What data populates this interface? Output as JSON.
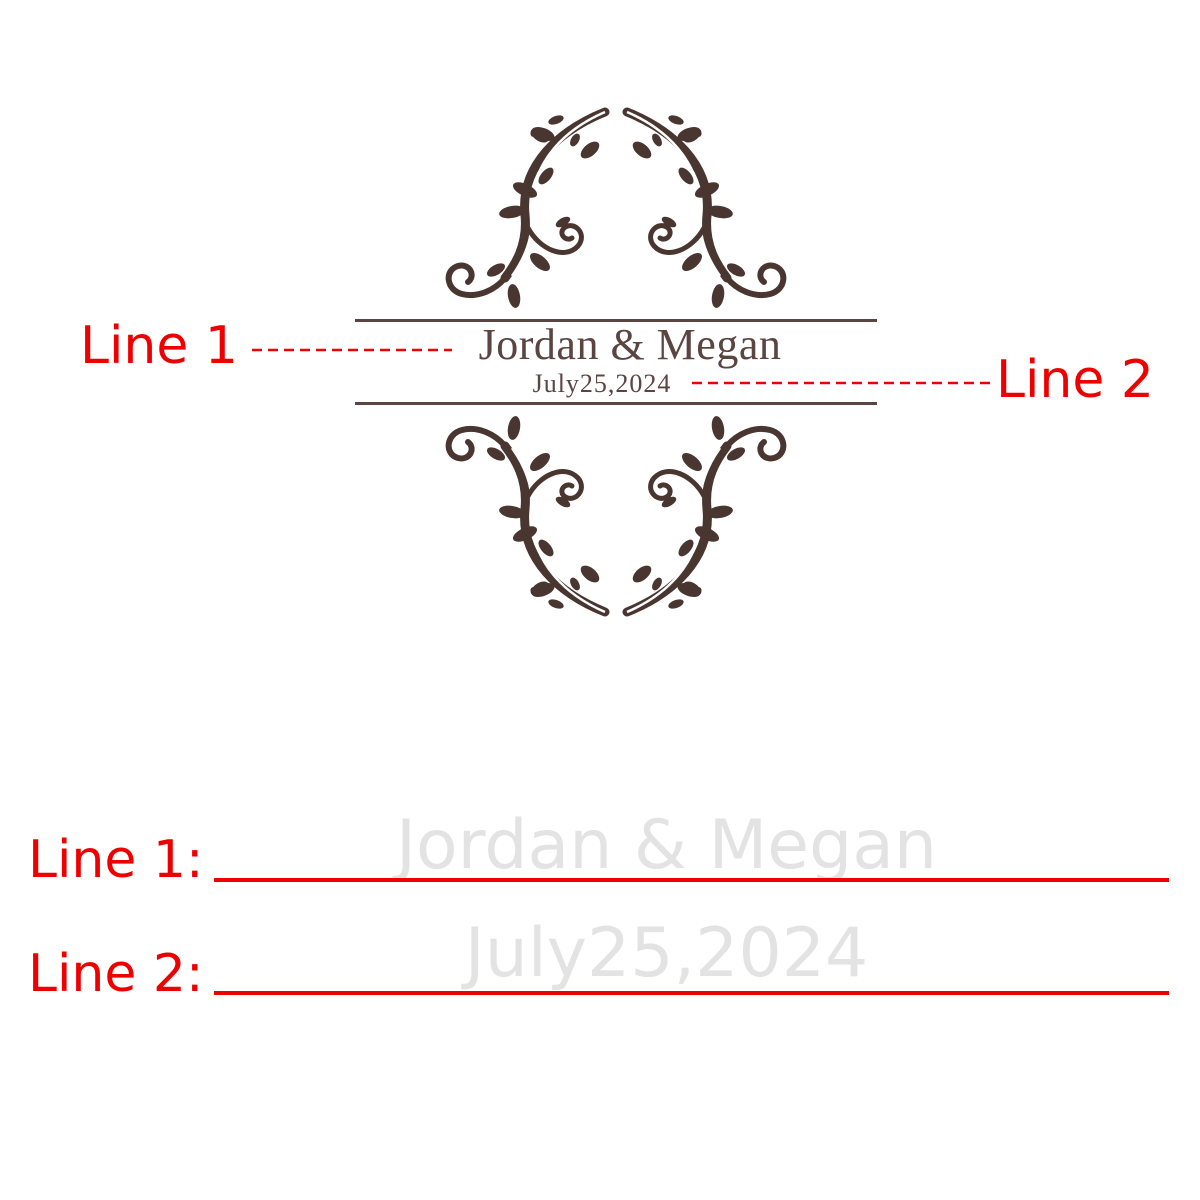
{
  "monogram": {
    "line1_text": "Jordan & Megan",
    "line2_text": "July25,2024",
    "ink_color": "#5a4540"
  },
  "callouts": {
    "line1_label": "Line 1",
    "line2_label": "Line 2",
    "color": "#ee0000"
  },
  "fields": {
    "line1": {
      "label": "Line 1:",
      "value": "Jordan & Megan"
    },
    "line2": {
      "label": "Line 2:",
      "value": "July25,2024"
    },
    "value_color": "#e3e3e3"
  }
}
